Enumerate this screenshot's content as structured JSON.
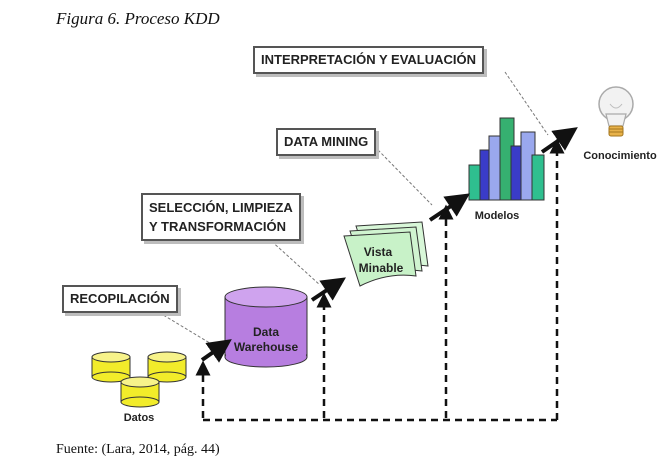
{
  "caption": "Figura 6. Proceso KDD",
  "source": "Fuente: (Lara, 2014, pág. 44)",
  "stages": {
    "recopilacion": "RECOPILACIÓN",
    "seleccion_line1": "SELECCIÓN, LIMPIEZA",
    "seleccion_line2": "Y TRANSFORMACIÓN",
    "data_mining": "DATA MINING",
    "interpretacion": "INTERPRETACIÓN Y EVALUACIÓN"
  },
  "nodes": {
    "datos": "Datos",
    "dw_line1": "Data",
    "dw_line2": "Warehouse",
    "vista_line1": "Vista",
    "vista_line2": "Minable",
    "modelos": "Modelos",
    "conocimiento": "Conocimiento"
  },
  "colors": {
    "database_yellow": "#f2ec2a",
    "warehouse_purple": "#b77ee0",
    "vista_green": "#c8f2c8",
    "bar_colors": [
      "#2fbf8f",
      "#3a3cc8",
      "#9aa8ee",
      "#36b070"
    ]
  }
}
